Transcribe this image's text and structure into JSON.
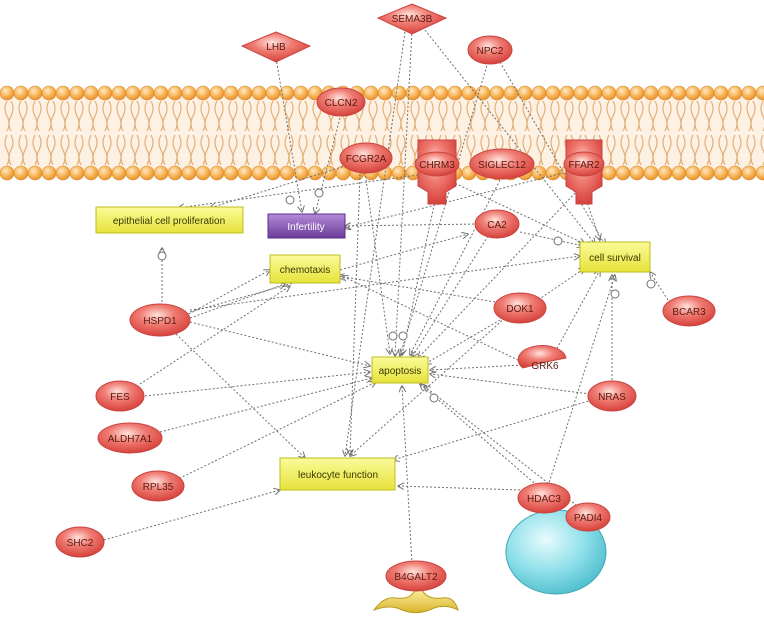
{
  "diagram": {
    "nodes": {
      "sema3b": "SEMA3B",
      "lhb": "LHB",
      "npc2": "NPC2",
      "clcn2": "CLCN2",
      "fcgr2a": "FCGR2A",
      "chrm3": "CHRM3",
      "siglec12": "SIGLEC12",
      "ffar2": "FFAR2",
      "ca2": "CA2",
      "hspd1": "HSPD1",
      "dok1": "DOK1",
      "bcar3": "BCAR3",
      "grk6": "GRK6",
      "fes": "FES",
      "nras": "NRAS",
      "aldh7a1": "ALDH7A1",
      "rpl35": "RPL35",
      "hdac3": "HDAC3",
      "padi4": "PADI4",
      "shc2": "SHC2",
      "b4galt2": "B4GALT2"
    },
    "processes": {
      "epithelial": "epithelial cell proliferation",
      "infertility": "Infertility",
      "chemotaxis": "chemotaxis",
      "cell_survival": "cell survival",
      "apoptosis": "apoptosis",
      "leukocyte": "leukocyte function"
    },
    "colors": {
      "node_fill": "#e8605a",
      "node_edge": "#c94440",
      "process_fill": "#f0f047",
      "infertility_fill": "#8a58b8",
      "membrane": "#f2a84a",
      "nucleus": "#6ed3e0",
      "edge": "#6f6f6f"
    }
  }
}
